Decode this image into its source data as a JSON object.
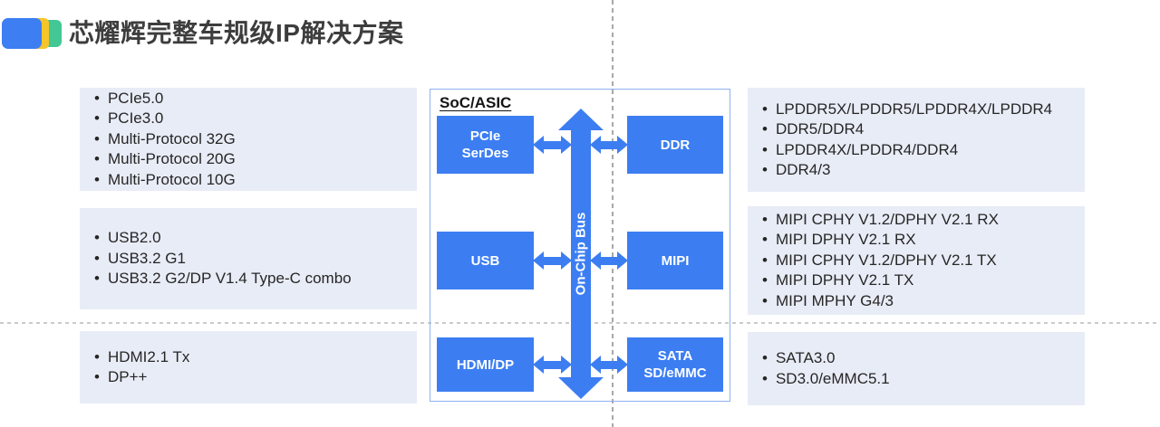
{
  "header": {
    "title": "芯耀辉完整车规级IP解决方案"
  },
  "logo": {
    "colors": {
      "blue": "#3D7EF2",
      "yellow": "#F5C52B",
      "green": "#43C795"
    }
  },
  "colors": {
    "block_blue": "#3C7EF2",
    "spec_box_bg": "#E8ECF6",
    "soc_border": "#8FB0EE",
    "guide_vertical": "#A8A8A8",
    "guide_horizontal": "#CBCBCB"
  },
  "left_boxes": [
    {
      "name": "pcie-serdes-specs",
      "items": [
        "PCIe5.0",
        "PCIe3.0",
        "Multi-Protocol 32G",
        "Multi-Protocol 20G",
        "Multi-Protocol 10G"
      ]
    },
    {
      "name": "usb-specs",
      "items": [
        "USB2.0",
        "USB3.2 G1",
        "USB3.2 G2/DP V1.4 Type-C combo"
      ]
    },
    {
      "name": "display-specs",
      "items": [
        "HDMI2.1 Tx",
        "DP++"
      ]
    }
  ],
  "right_boxes": [
    {
      "name": "ddr-specs",
      "items": [
        "LPDDR5X/LPDDR5/LPDDR4X/LPDDR4",
        "DDR5/DDR4",
        "LPDDR4X/LPDDR4/DDR4",
        "DDR4/3"
      ]
    },
    {
      "name": "mipi-specs",
      "items": [
        "MIPI CPHY V1.2/DPHY V2.1 RX",
        "MIPI DPHY V2.1 RX",
        "MIPI CPHY V1.2/DPHY V2.1 TX",
        "MIPI DPHY V2.1 TX",
        "MIPI MPHY G4/3"
      ]
    },
    {
      "name": "storage-specs",
      "items": [
        "SATA3.0",
        "SD3.0/eMMC5.1"
      ]
    }
  ],
  "soc": {
    "label": "SoC/ASIC",
    "bus_label": "On-Chip Bus",
    "blocks": [
      {
        "id": "pcie-serdes",
        "lines": [
          "PCIe",
          "SerDes"
        ]
      },
      {
        "id": "ddr",
        "lines": [
          "DDR"
        ]
      },
      {
        "id": "usb",
        "lines": [
          "USB"
        ]
      },
      {
        "id": "mipi",
        "lines": [
          "MIPI"
        ]
      },
      {
        "id": "hdmi-dp",
        "lines": [
          "HDMI/DP"
        ]
      },
      {
        "id": "sata-sd-emmc",
        "lines": [
          "SATA",
          "SD/eMMC"
        ]
      }
    ]
  }
}
